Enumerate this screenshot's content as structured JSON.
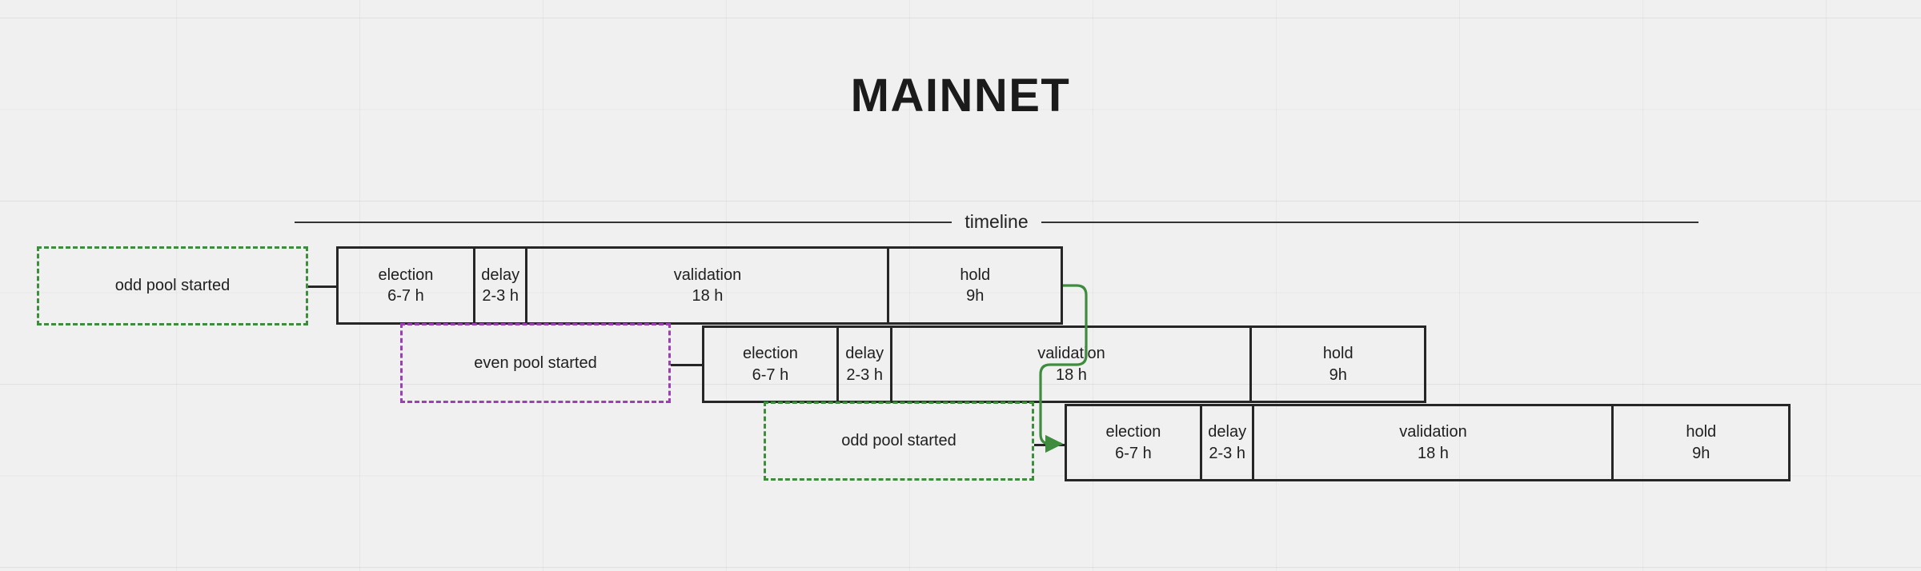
{
  "page": {
    "title": "MAINNET",
    "background_color": "#f0f0f0",
    "text_color": "#1f1f1f"
  },
  "timeline": {
    "label": "timeline",
    "line_color": "#333333"
  },
  "colors": {
    "box_border": "#262626",
    "green_dashed": "#3f8c3f",
    "purple_dashed": "#9b3fb5",
    "connector_green": "#3f8c3f"
  },
  "callouts": [
    {
      "id": "callout-odd-1",
      "label": "odd pool started",
      "color": "green",
      "target_row": 1
    },
    {
      "id": "callout-even-1",
      "label": "even pool started",
      "color": "purple",
      "target_row": 2
    },
    {
      "id": "callout-odd-2",
      "label": "odd pool started",
      "color": "green",
      "target_row": 3
    }
  ],
  "rows": [
    {
      "id": "row-1",
      "pool": "odd",
      "segments": [
        {
          "name": "election",
          "label": "election",
          "duration": "6-7 h"
        },
        {
          "name": "delay",
          "label": "delay",
          "duration": "2-3 h"
        },
        {
          "name": "validation",
          "label": "validation",
          "duration": "18 h"
        },
        {
          "name": "hold",
          "label": "hold",
          "duration": "9h"
        }
      ]
    },
    {
      "id": "row-2",
      "pool": "even",
      "segments": [
        {
          "name": "election",
          "label": "election",
          "duration": "6-7 h"
        },
        {
          "name": "delay",
          "label": "delay",
          "duration": "2-3 h"
        },
        {
          "name": "validation",
          "label": "validation",
          "duration": "18 h"
        },
        {
          "name": "hold",
          "label": "hold",
          "duration": "9h"
        }
      ]
    },
    {
      "id": "row-3",
      "pool": "odd",
      "segments": [
        {
          "name": "election",
          "label": "election",
          "duration": "6-7 h"
        },
        {
          "name": "delay",
          "label": "delay",
          "duration": "2-3 h"
        },
        {
          "name": "validation",
          "label": "validation",
          "duration": "18 h"
        },
        {
          "name": "hold",
          "label": "hold",
          "duration": "9h"
        }
      ]
    }
  ],
  "connector": {
    "description": "green arrow from end of row 1 hold to start of row 3 election"
  }
}
